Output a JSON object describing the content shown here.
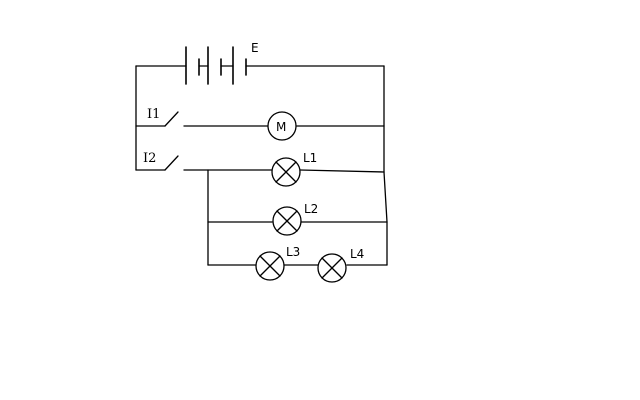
{
  "diagram": {
    "battery_label": "E",
    "switch_1_label": "I1",
    "switch_2_label": "I2",
    "motor_symbol": "M",
    "lamp_1_label": "L1",
    "lamp_2_label": "L2",
    "lamp_3_label": "L3",
    "lamp_4_label": "L4",
    "colors": {
      "wire": "#000000",
      "switch_label": "#d40000",
      "background": "#ffffff"
    }
  }
}
